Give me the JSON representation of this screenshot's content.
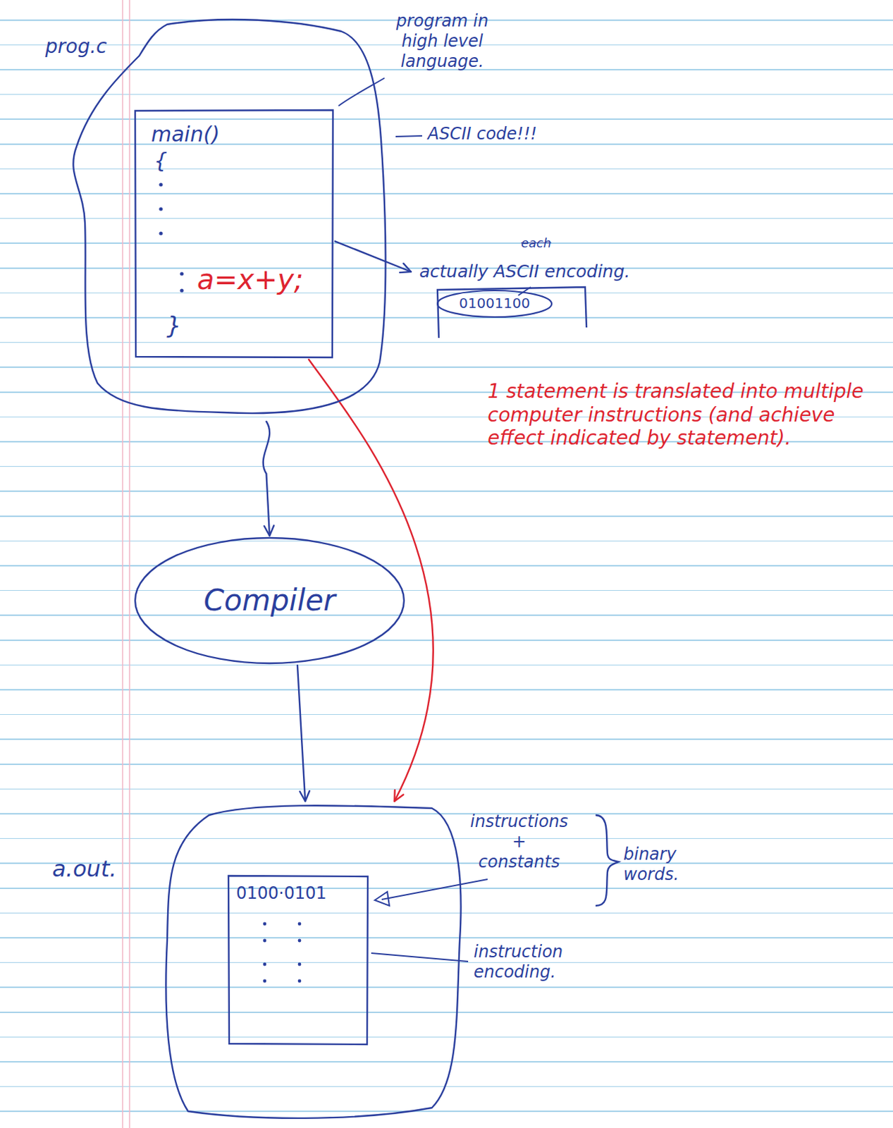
{
  "diagram": {
    "nodes": [
      {
        "text": [
          "prog.c"
        ]
      },
      {
        "text": [
          "main()",
          "{",
          "a=x+y;",
          "}"
        ],
        "in": 0
      },
      {
        "text": [
          "actually ASCII encoding.",
          "01001100"
        ]
      },
      {
        "text": [
          "Compiler"
        ]
      },
      {
        "text": [
          "a.out."
        ]
      },
      {
        "text": [
          "0100·0101"
        ],
        "in": 4
      }
    ],
    "edges": [
      {
        "from": 0,
        "to": 3,
        "arrow": "to"
      },
      {
        "from": 3,
        "to": 4,
        "arrow": "to"
      },
      {
        "from": 1,
        "to": 2,
        "arrow": "to"
      },
      {
        "from": 1,
        "to": 4,
        "arrow": "to"
      }
    ],
    "labels": [
      "program in high level language.",
      "ASCII code!!!",
      "each",
      "1 statement is translated into multiple computer instructions (and achieve effect indicated by statement).",
      "instructions + constants",
      "binary words.",
      "instruction encoding."
    ]
  }
}
